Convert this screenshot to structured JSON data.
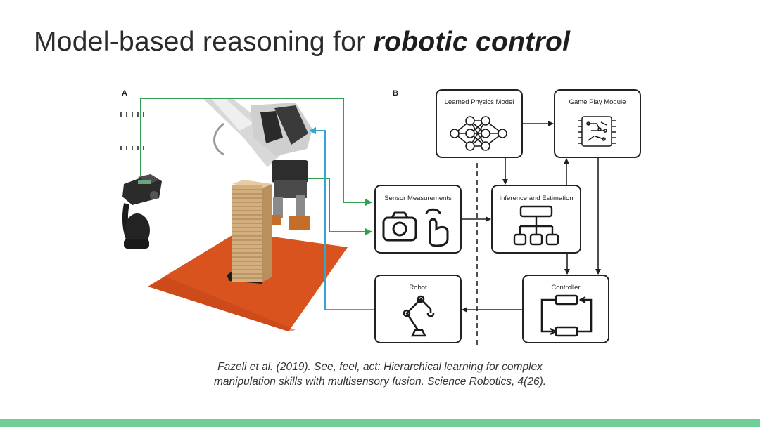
{
  "slide": {
    "title_plain": "Model-based reasoning for ",
    "title_emphasis": "robotic control",
    "citation_line1": "Fazeli et al. (2019). See, feel, act: Hierarchical learning for complex",
    "citation_line2": "manipulation skills with multisensory fusion. Science Robotics, 4(26)."
  },
  "figure": {
    "panel_a_label": "A",
    "panel_b_label": "B",
    "blocks": {
      "physics_model": "Learned Physics Model",
      "game_play": "Game Play Module",
      "sensors": "Sensor Measurements",
      "inference": "Inference and Estimation",
      "robot": "Robot",
      "controller": "Controller"
    },
    "icons": [
      "neural-network-icon",
      "chip-icon",
      "camera-icon",
      "touch-hand-icon",
      "hierarchy-icon",
      "robot-arm-icon",
      "control-loop-icon"
    ]
  },
  "colors": {
    "arrow_green": "#2fa14f",
    "arrow_blue": "#35a6cf",
    "mat_orange": "#d9531e",
    "block_wood": "#d6b284",
    "accent_bar": "#6fcf97"
  }
}
